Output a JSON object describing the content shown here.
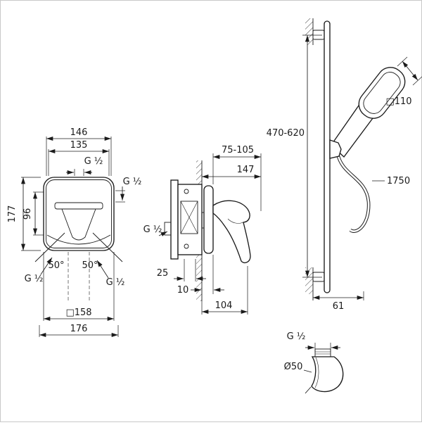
{
  "colors": {
    "line": "#1b1b1b",
    "background": "#ffffff",
    "border": "#c9c9c9"
  },
  "front_view": {
    "width_outer": "146",
    "width_inner": "135",
    "thread_top": "G ½",
    "thread_right": "G ½",
    "height_total": "177",
    "height_inner": "96",
    "angle_left": "50°",
    "angle_right": "50°",
    "thread_bottom_left": "G ½",
    "thread_bottom_right": "G ½",
    "plate_size": "□158",
    "width_total": "176"
  },
  "side_view": {
    "install_depth": "75-105",
    "projection_total": "147",
    "thread_inlet": "G ½",
    "depth_a": "25",
    "depth_b": "10",
    "projection_handle": "104"
  },
  "rail_view": {
    "rail_height": "470-620",
    "shower_head_size": "□110",
    "hose_length": "1750",
    "bracket_offset": "61"
  },
  "union_detail": {
    "thread": "G ½",
    "flange_diameter": "Ø50"
  }
}
